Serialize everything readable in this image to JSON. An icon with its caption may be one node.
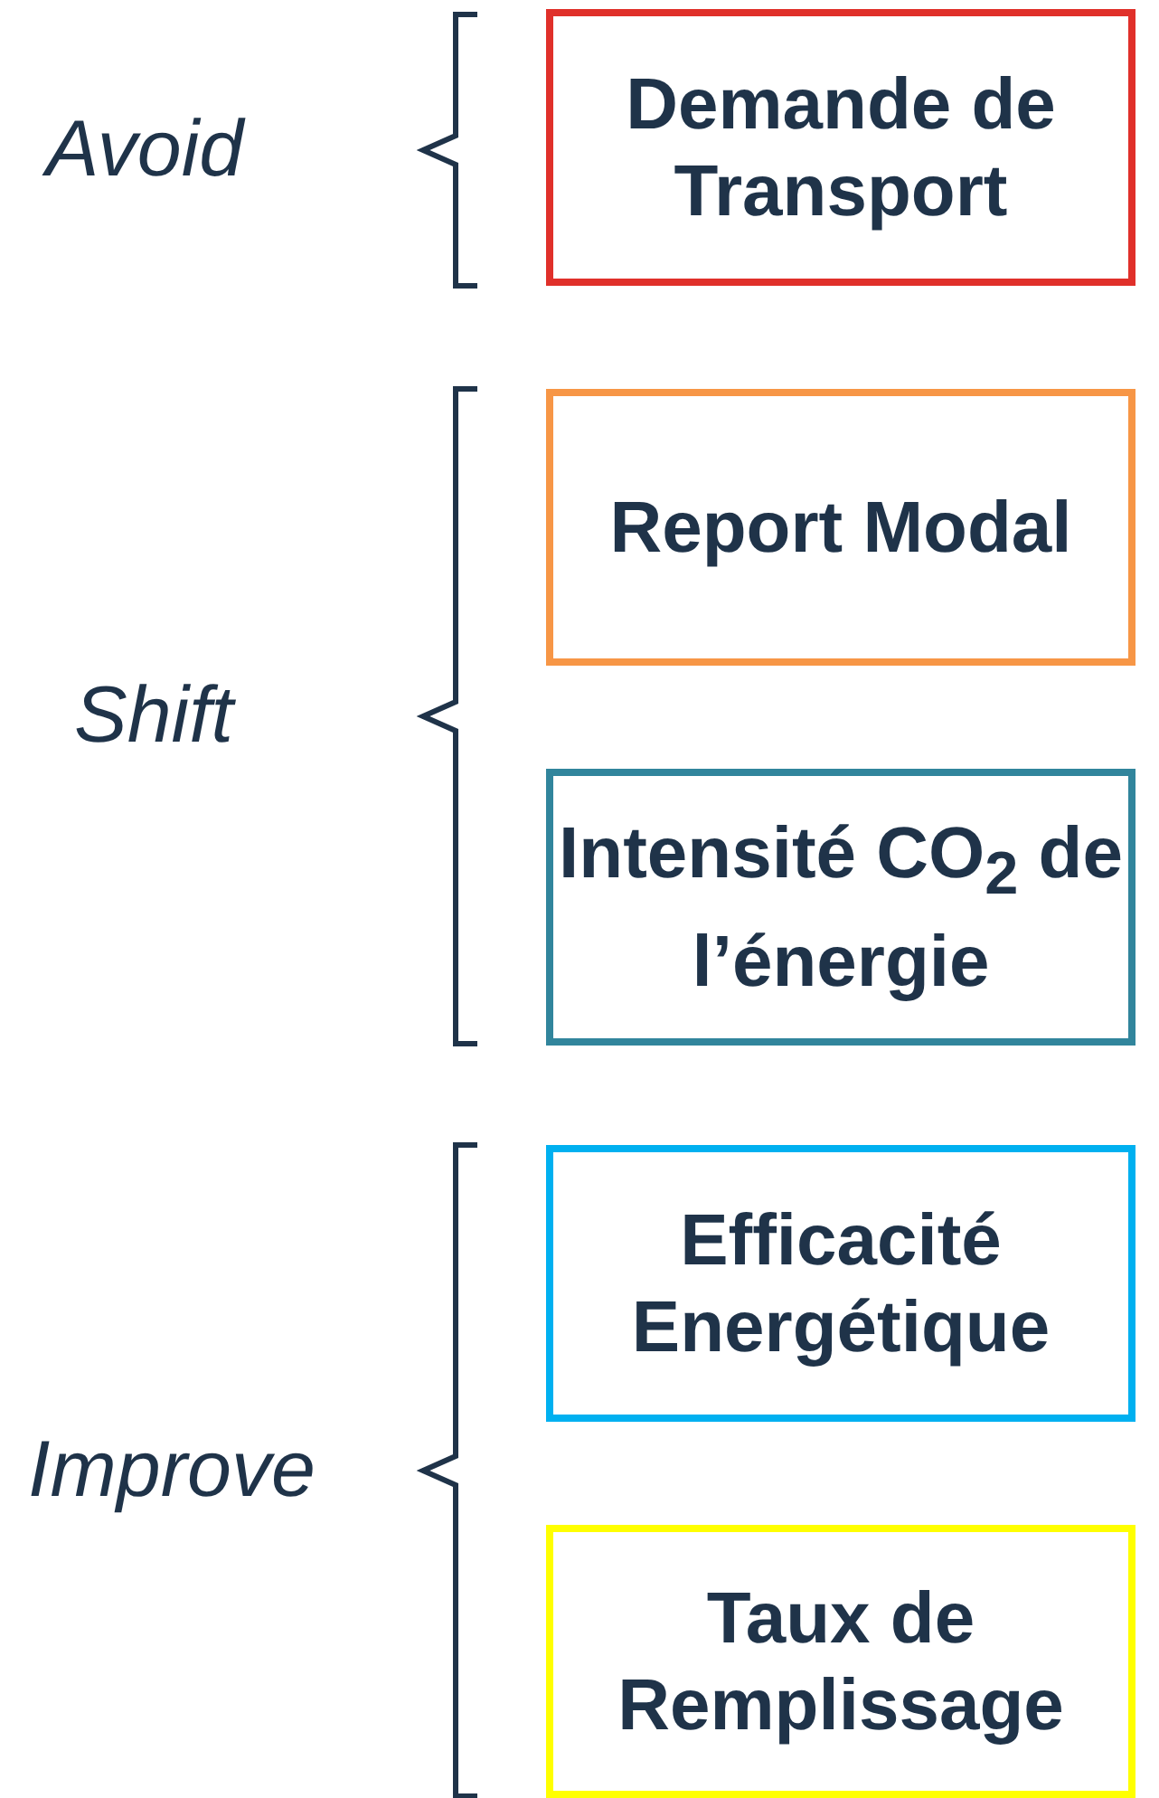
{
  "diagram": {
    "nodes": [
      {
        "text": [
          "Demande de Transport"
        ]
      },
      {
        "text": [
          "Report Modal"
        ]
      },
      {
        "text": [
          "Intensité CO$_{2}$ de l’énergie"
        ]
      },
      {
        "text": [
          "Efficacité Energétique"
        ]
      },
      {
        "text": [
          "Taux de Remplissage"
        ]
      }
    ],
    "labels": [
      "Avoid",
      "Shift",
      "Improve"
    ]
  }
}
